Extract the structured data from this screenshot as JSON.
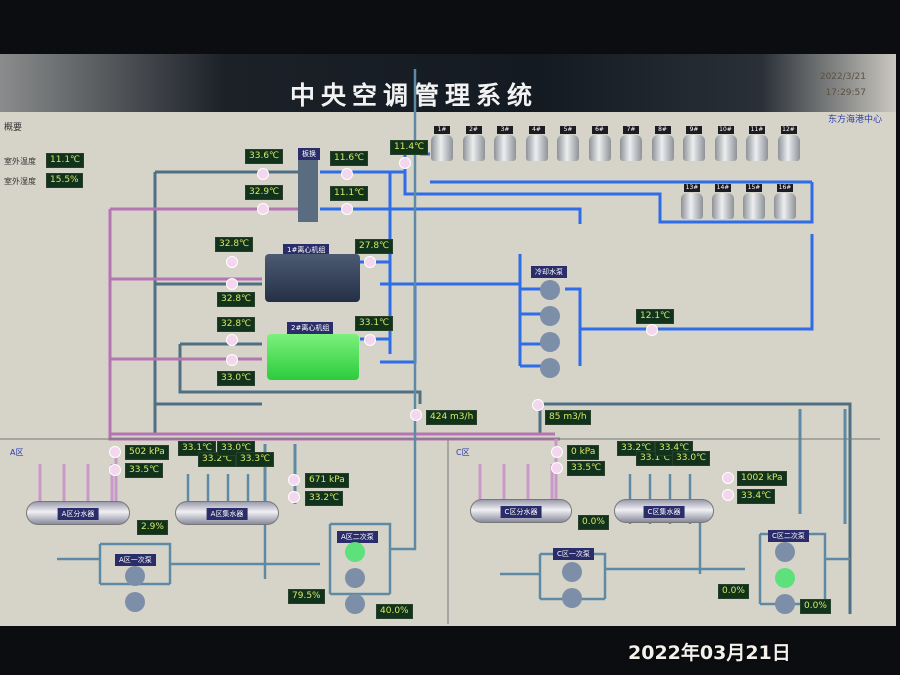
{
  "header": {
    "title": "中央空调管理系统",
    "date": "2022/3/21",
    "time": "17:29:57",
    "site": "东方海港中心"
  },
  "overview_label": "概要",
  "outdoor": {
    "temp_label": "室外温度",
    "temp": "11.1℃",
    "humidity_label": "室外湿度",
    "humidity": "15.5%"
  },
  "plate_hx": {
    "label": "板换",
    "in_hot": "33.6℃",
    "out_hot": "32.9℃",
    "out_cold": "11.6℃",
    "in_cold": "11.1℃"
  },
  "tower_supply": "11.4℃",
  "towers": [
    "1#",
    "2#",
    "3#",
    "4#",
    "5#",
    "6#",
    "7#",
    "8#",
    "9#",
    "10#",
    "11#",
    "12#",
    "13#",
    "14#",
    "15#",
    "16#"
  ],
  "chiller1": {
    "label": "1#离心机组",
    "t_in": "32.8℃",
    "t_out": "32.8℃",
    "t_chw": "27.8℃"
  },
  "chiller2": {
    "label": "2#离心机组",
    "t_in": "32.8℃",
    "t_out": "33.0℃",
    "t_chw": "33.1℃"
  },
  "cooling_pumps": {
    "label": "冷却水泵",
    "supply_temp": "12.1℃"
  },
  "flow": {
    "main": "424 m3/h",
    "branch": "85 m3/h"
  },
  "zone_a": {
    "label": "A区",
    "pressure": "502 kPa",
    "temp": "33.5℃",
    "valve": "2.9%",
    "return_pressure": "671 kPa",
    "return_temp": "33.2℃",
    "pump_freq": "79.5%",
    "pump_freq2": "40.0%",
    "collector": "A区分水器",
    "distributor": "A区集水器",
    "primary_pumps": "A区一次泵",
    "secondary_pumps": "A区二次泵",
    "branch_temps": [
      "33.1℃",
      "33.2℃",
      "33.0℃",
      "33.3℃"
    ]
  },
  "zone_c": {
    "label": "C区",
    "pressure": "0 kPa",
    "temp": "33.5℃",
    "valve": "0.0%",
    "return_pressure": "1002 kPa",
    "return_temp": "33.4℃",
    "pump_freq": "0.0%",
    "pump_freq2": "0.0%",
    "collector": "C区分水器",
    "distributor": "C区集水器",
    "primary_pumps": "C区一次泵",
    "secondary_pumps": "C区二次泵",
    "branch_temps": [
      "33.2℃",
      "33.1℃",
      "33.4℃",
      "33.0℃"
    ]
  },
  "photo_date": "2022年03月21日"
}
